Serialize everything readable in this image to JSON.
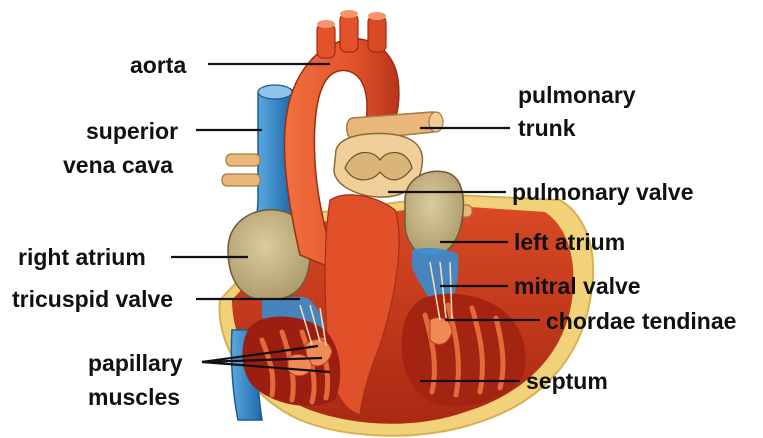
{
  "colors": {
    "background": "#ffffff",
    "label_text": "#111111",
    "artery_red": "#e2532b",
    "artery_dark": "#b8361c",
    "vein_blue": "#2f82c7",
    "valve_tan": "#e9b77a",
    "chamber_cavity": "#c9b98a",
    "myocardium": "#c0311a",
    "fat_yellow": "#f1d27a"
  },
  "labels": {
    "aorta": "aorta",
    "superior_vena_cava_line1": "superior",
    "superior_vena_cava_line2": "vena cava",
    "right_atrium": "right atrium",
    "tricuspid_valve": "tricuspid valve",
    "papillary_muscles_line1": "papillary",
    "papillary_muscles_line2": "muscles",
    "pulmonary_trunk_line1": "pulmonary",
    "pulmonary_trunk_line2": "trunk",
    "pulmonary_valve": "pulmonary valve",
    "left_atrium": "left atrium",
    "mitral_valve": "mitral valve",
    "chordae_tendinae": "chordae tendinae",
    "septum": "septum"
  }
}
